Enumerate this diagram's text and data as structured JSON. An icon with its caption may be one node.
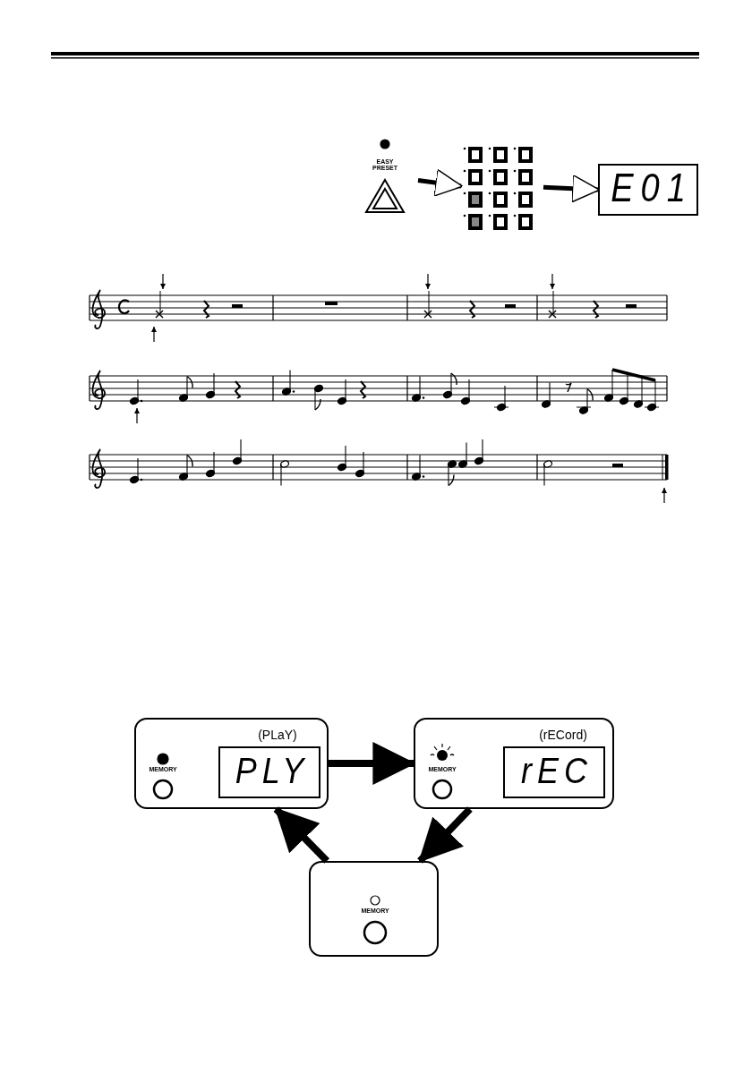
{
  "diagram": {
    "nodes": [
      {
        "text": [
          "EASY PRESET"
        ]
      },
      {
        "text": [],
        "shape": "picture"
      },
      {
        "text": [
          "E01"
        ]
      },
      {
        "text": [
          "(PLaY)",
          "MEMORY",
          "PLY"
        ]
      },
      {
        "text": [
          "(rECord)",
          "MEMORY",
          "rEC"
        ]
      },
      {
        "text": [
          "MEMORY"
        ]
      }
    ],
    "edges": [
      {
        "from": 0,
        "to": 1,
        "arrow": "to"
      },
      {
        "from": 1,
        "to": 2,
        "arrow": "to"
      },
      {
        "from": 3,
        "to": 4,
        "arrow": "to"
      },
      {
        "from": 4,
        "to": 5,
        "arrow": "to"
      },
      {
        "from": 5,
        "to": 3,
        "arrow": "to"
      }
    ]
  }
}
